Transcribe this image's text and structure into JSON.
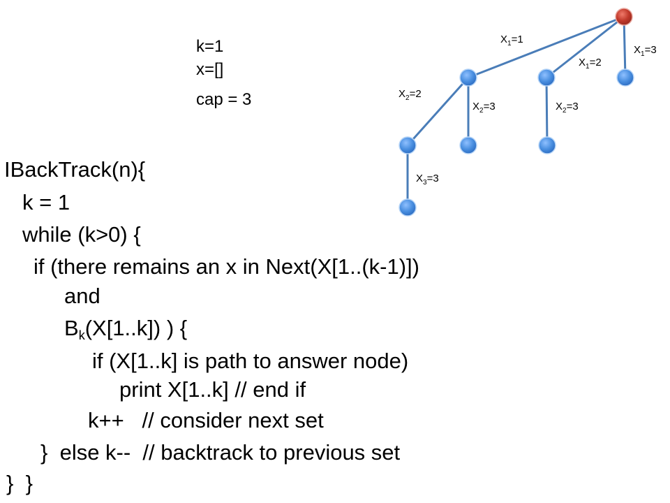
{
  "state": {
    "k": "k=1",
    "x": "x=[]",
    "cap": "cap = 3"
  },
  "code": {
    "line1": "IBackTrack(n){",
    "line2": "k = 1",
    "line3": "while (k>0) {",
    "line4": "if (there remains an x in Next(X[1..(k-1)])",
    "line5": "and",
    "line6_prefix": "B",
    "line6_sub": "k",
    "line6_suffix": "(X[1..k]) ) {",
    "line7": "if (X[1..k] is path to answer node)",
    "line8": "print X[1..k] // end if",
    "line9": "k++   // consider next set",
    "line10": "}  else k--  // backtrack to previous set",
    "line11": "}  }"
  },
  "tree": {
    "colors": {
      "root": "#c0392b",
      "node": "#4a8fe0",
      "edge": "#4a7db8"
    },
    "edge_labels": {
      "x1_1": {
        "var": "X",
        "sub": "1",
        "val": "=1"
      },
      "x1_2": {
        "var": "X",
        "sub": "1",
        "val": "=2"
      },
      "x1_3": {
        "var": "X",
        "sub": "1",
        "val": "=3"
      },
      "x2_2": {
        "var": "X",
        "sub": "2",
        "val": "=2"
      },
      "x2_3a": {
        "var": "X",
        "sub": "2",
        "val": "=3"
      },
      "x2_3b": {
        "var": "X",
        "sub": "2",
        "val": "=3"
      },
      "x3_3": {
        "var": "X",
        "sub": "3",
        "val": "=3"
      }
    }
  }
}
